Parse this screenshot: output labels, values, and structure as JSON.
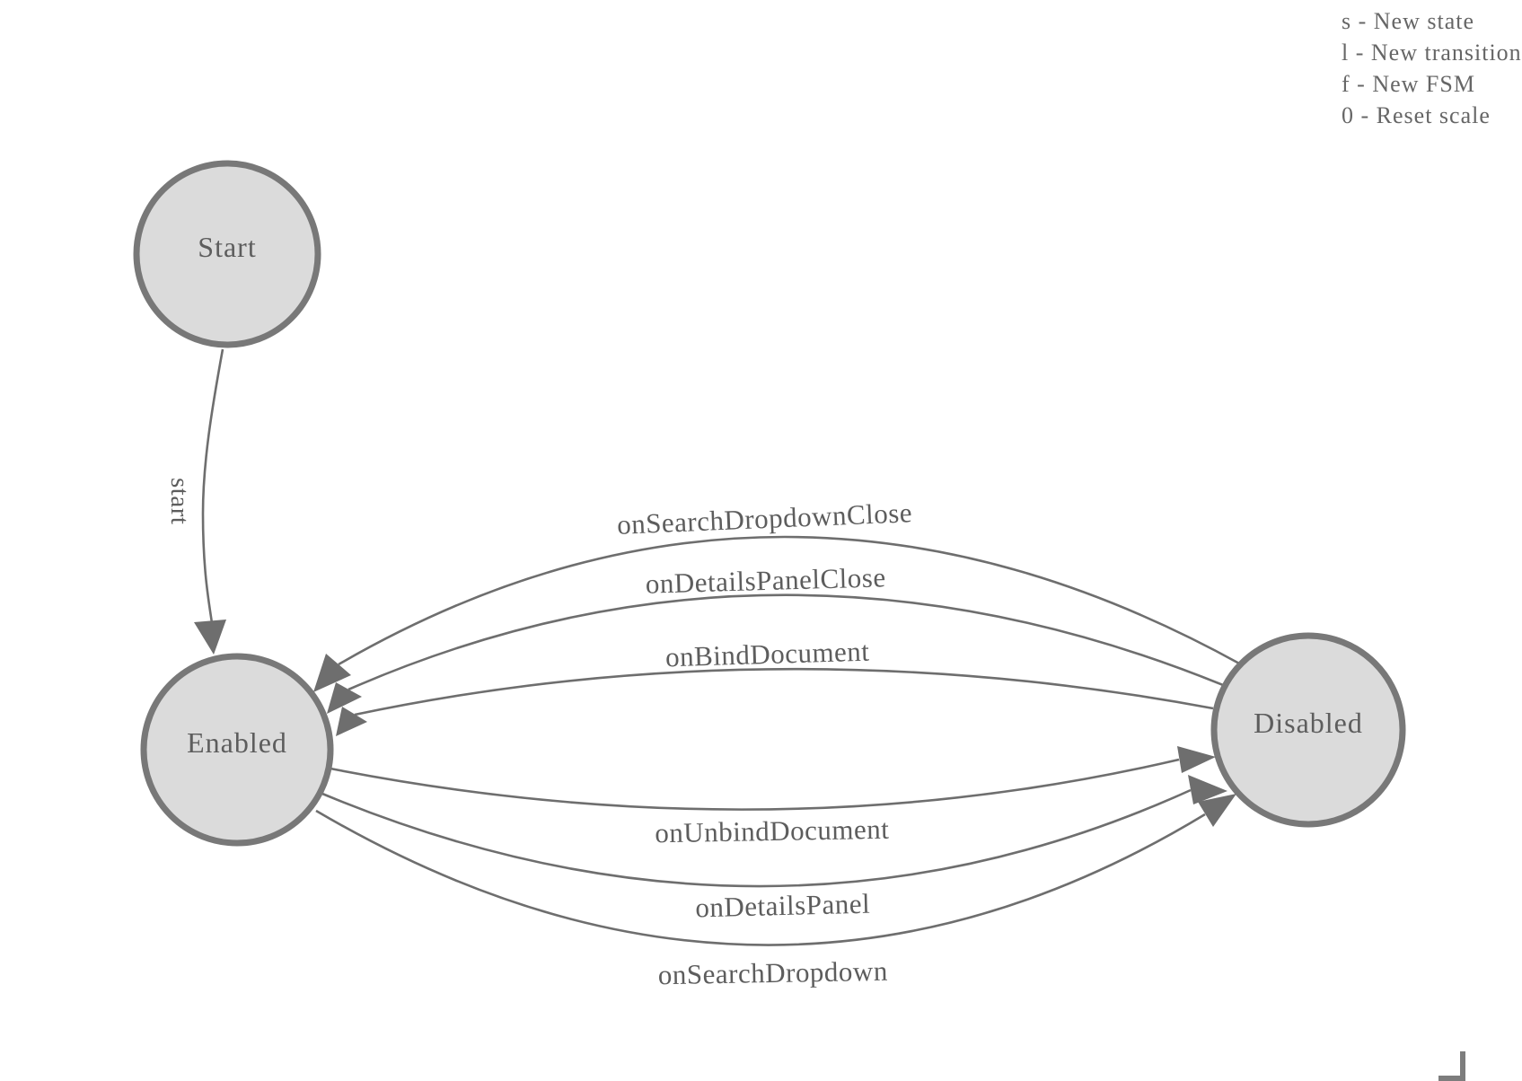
{
  "legend": {
    "lines": [
      "s - New state",
      "l - New transition",
      "f - New FSM",
      "0 - Reset scale"
    ]
  },
  "diagram": {
    "states": {
      "start": {
        "label": "Start"
      },
      "enabled": {
        "label": "Enabled"
      },
      "disabled": {
        "label": "Disabled"
      }
    },
    "transitions": {
      "start": {
        "label": "start",
        "from": "Start",
        "to": "Enabled"
      },
      "onSearchDropdownClose": {
        "label": "onSearchDropdownClose",
        "from": "Disabled",
        "to": "Enabled"
      },
      "onDetailsPanelClose": {
        "label": "onDetailsPanelClose",
        "from": "Disabled",
        "to": "Enabled"
      },
      "onBindDocument": {
        "label": "onBindDocument",
        "from": "Disabled",
        "to": "Enabled"
      },
      "onUnbindDocument": {
        "label": "onUnbindDocument",
        "from": "Enabled",
        "to": "Disabled"
      },
      "onDetailsPanel": {
        "label": "onDetailsPanel",
        "from": "Enabled",
        "to": "Disabled"
      },
      "onSearchDropdown": {
        "label": "onSearchDropdown",
        "from": "Enabled",
        "to": "Disabled"
      }
    }
  },
  "colors": {
    "state_fill": "#dbdbdb",
    "state_stroke": "#787878",
    "edge_stroke": "#6e6e6e",
    "arrow_fill": "#6e6e6e",
    "text_color": "#5d5d5d",
    "legend_color": "#666666",
    "corner_color": "#7d7d7d"
  }
}
